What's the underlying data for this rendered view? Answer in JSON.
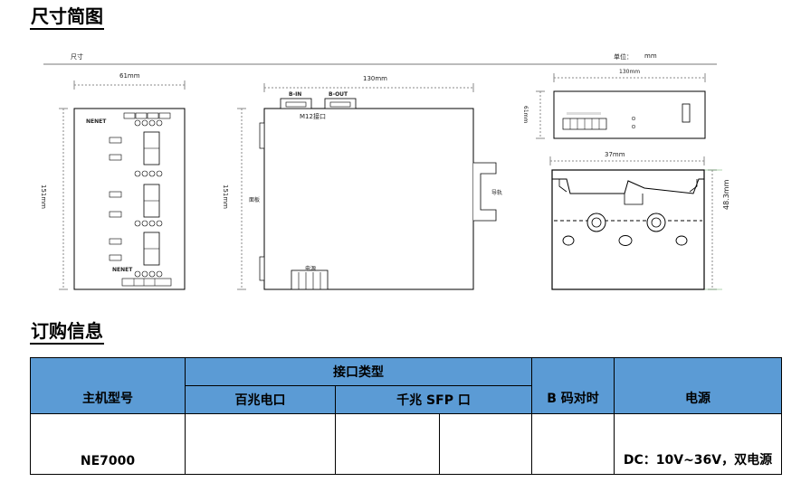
{
  "sections": {
    "dimensions_title": "尺寸简图",
    "ordering_title": "订购信息"
  },
  "drawing": {
    "header_left": "尺寸",
    "header_unit_label": "单位：",
    "header_unit_value": "mm",
    "front": {
      "width_dim": "61mm",
      "height_dim": "151mm",
      "brand_top": "NENET",
      "brand_bottom": "NENET"
    },
    "side": {
      "width_dim": "130mm",
      "height_dim": "151mm",
      "port_b_in": "B-IN",
      "port_b_out": "B-OUT",
      "connector_label": "M12接口",
      "left_label": "面板",
      "rail_label": "导轨",
      "power_label": "电源"
    },
    "top": {
      "width_dim": "130mm",
      "height_dim": "61mm"
    },
    "rail": {
      "width_dim": "37mm",
      "height_dim": "48.3mm"
    }
  },
  "order_table": {
    "headers": {
      "host_model": "主机型号",
      "interface_type": "接口类型",
      "fast_ethernet": "百兆电口",
      "gigabit_sfp": "千兆 SFP 口",
      "b_code_timing": "B 码对时",
      "power": "电源"
    },
    "rows": [
      {
        "model": "NE7000",
        "fast_ethernet": "",
        "sfp_1": "",
        "sfp_2": "",
        "b_code": "",
        "power": "DC：10V~36V，双电源"
      }
    ]
  }
}
